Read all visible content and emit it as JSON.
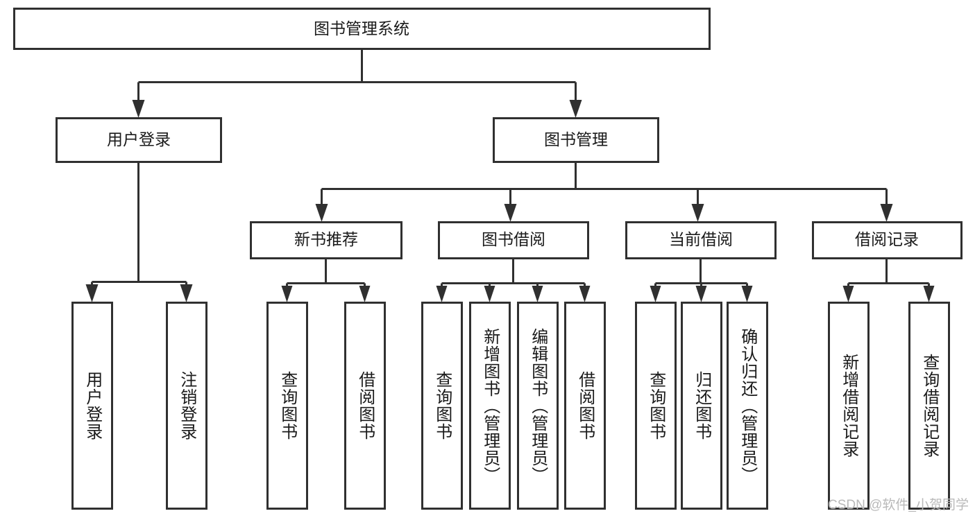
{
  "diagram": {
    "title": "图书管理系统",
    "root": {
      "label": "图书管理系统",
      "shape": "rect",
      "orientation": "horizontal"
    },
    "level2": [
      {
        "label": "用户登录",
        "orientation": "horizontal"
      },
      {
        "label": "图书管理",
        "orientation": "horizontal"
      }
    ],
    "level3": [
      {
        "label": "新书推荐",
        "orientation": "horizontal",
        "parent": "图书管理"
      },
      {
        "label": "图书借阅",
        "orientation": "horizontal",
        "parent": "图书管理"
      },
      {
        "label": "当前借阅",
        "orientation": "horizontal",
        "parent": "图书管理"
      },
      {
        "label": "借阅记录",
        "orientation": "horizontal",
        "parent": "图书管理"
      }
    ],
    "leaves": {
      "用户登录": [
        {
          "label": "用户登录",
          "orientation": "vertical"
        },
        {
          "label": "注销登录",
          "orientation": "vertical"
        }
      ],
      "新书推荐": [
        {
          "label": "查询图书",
          "orientation": "vertical"
        },
        {
          "label": "借阅图书",
          "orientation": "vertical"
        }
      ],
      "图书借阅": [
        {
          "label": "查询图书",
          "orientation": "vertical"
        },
        {
          "label": "新增图书（管理员）",
          "orientation": "vertical"
        },
        {
          "label": "编辑图书（管理员）",
          "orientation": "vertical"
        },
        {
          "label": "借阅图书",
          "orientation": "vertical"
        }
      ],
      "当前借阅": [
        {
          "label": "查询图书",
          "orientation": "vertical"
        },
        {
          "label": "归还图书",
          "orientation": "vertical"
        },
        {
          "label": "确认归还（管理员）",
          "orientation": "vertical"
        }
      ],
      "借阅记录": [
        {
          "label": "新增借阅记录",
          "orientation": "vertical"
        },
        {
          "label": "查询借阅记录",
          "orientation": "vertical"
        }
      ]
    },
    "colors": {
      "stroke": "#303030",
      "box_fill": "#ffffff",
      "text": "#1a1a1a",
      "background": "#ffffff",
      "watermark": "#b9b9b9"
    }
  },
  "watermark": {
    "text": "CSDN @软件_小贺同学"
  },
  "labels": {
    "root": "图书管理系统",
    "l2_0": "用户登录",
    "l2_1": "图书管理",
    "l3_0": "新书推荐",
    "l3_1": "图书借阅",
    "l3_2": "当前借阅",
    "l3_3": "借阅记录",
    "leaf_a0": "用户登录",
    "leaf_a1": "注销登录",
    "leaf_b0": "查询图书",
    "leaf_b1": "借阅图书",
    "leaf_c0": "查询图书",
    "leaf_c1": "新增图书（管理员）",
    "leaf_c2": "编辑图书（管理员）",
    "leaf_c3": "借阅图书",
    "leaf_d0": "查询图书",
    "leaf_d1": "归还图书",
    "leaf_d2": "确认归还（管理员）",
    "leaf_e0": "新增借阅记录",
    "leaf_e1": "查询借阅记录"
  }
}
